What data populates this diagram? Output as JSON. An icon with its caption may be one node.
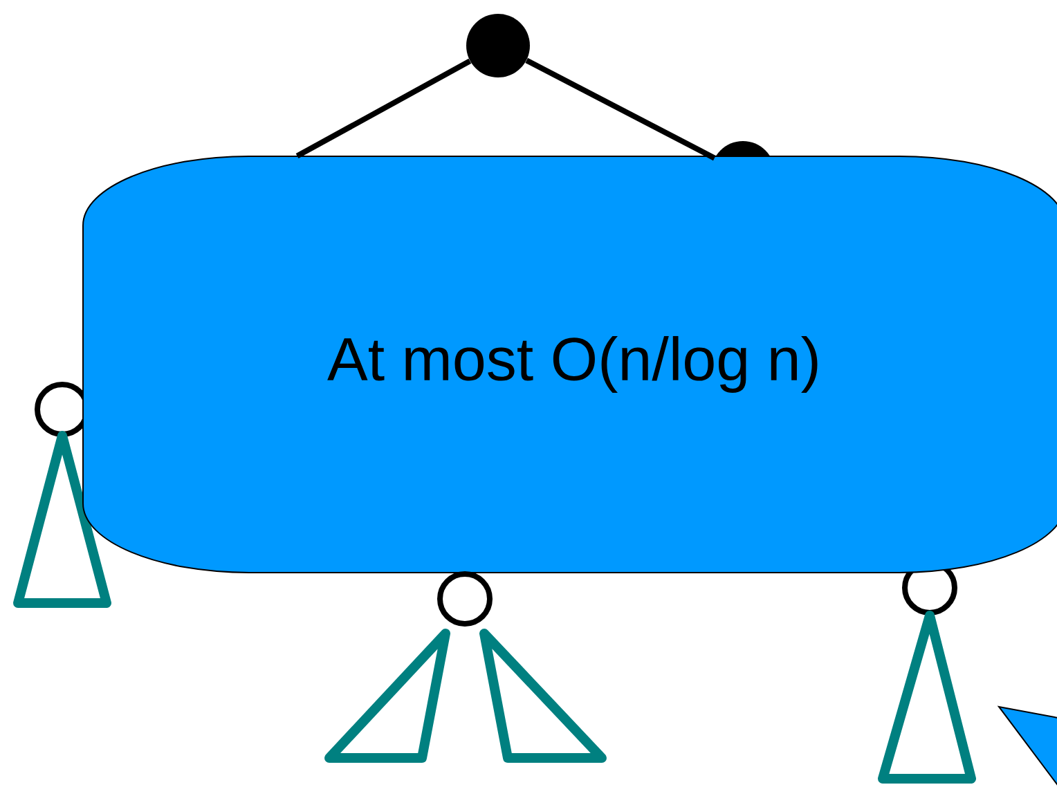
{
  "diagram": {
    "nodes": [
      {
        "text": [],
        "shape": "circle"
      },
      {
        "text": [],
        "shape": "circle"
      },
      {
        "text": [
          "At most O(n/log n)"
        ]
      },
      {
        "text": [],
        "shape": "circle"
      },
      {
        "text": [],
        "shape": "circle"
      },
      {
        "text": [],
        "shape": "circle"
      },
      {
        "text": [],
        "shape": "triangle"
      },
      {
        "text": [],
        "shape": "triangle"
      },
      {
        "text": [],
        "shape": "triangle"
      },
      {
        "text": [],
        "shape": "triangle"
      }
    ],
    "edges": [
      {
        "from": 0,
        "to": 2,
        "arrow": "none"
      },
      {
        "from": 0,
        "to": 1,
        "arrow": "none"
      }
    ]
  }
}
